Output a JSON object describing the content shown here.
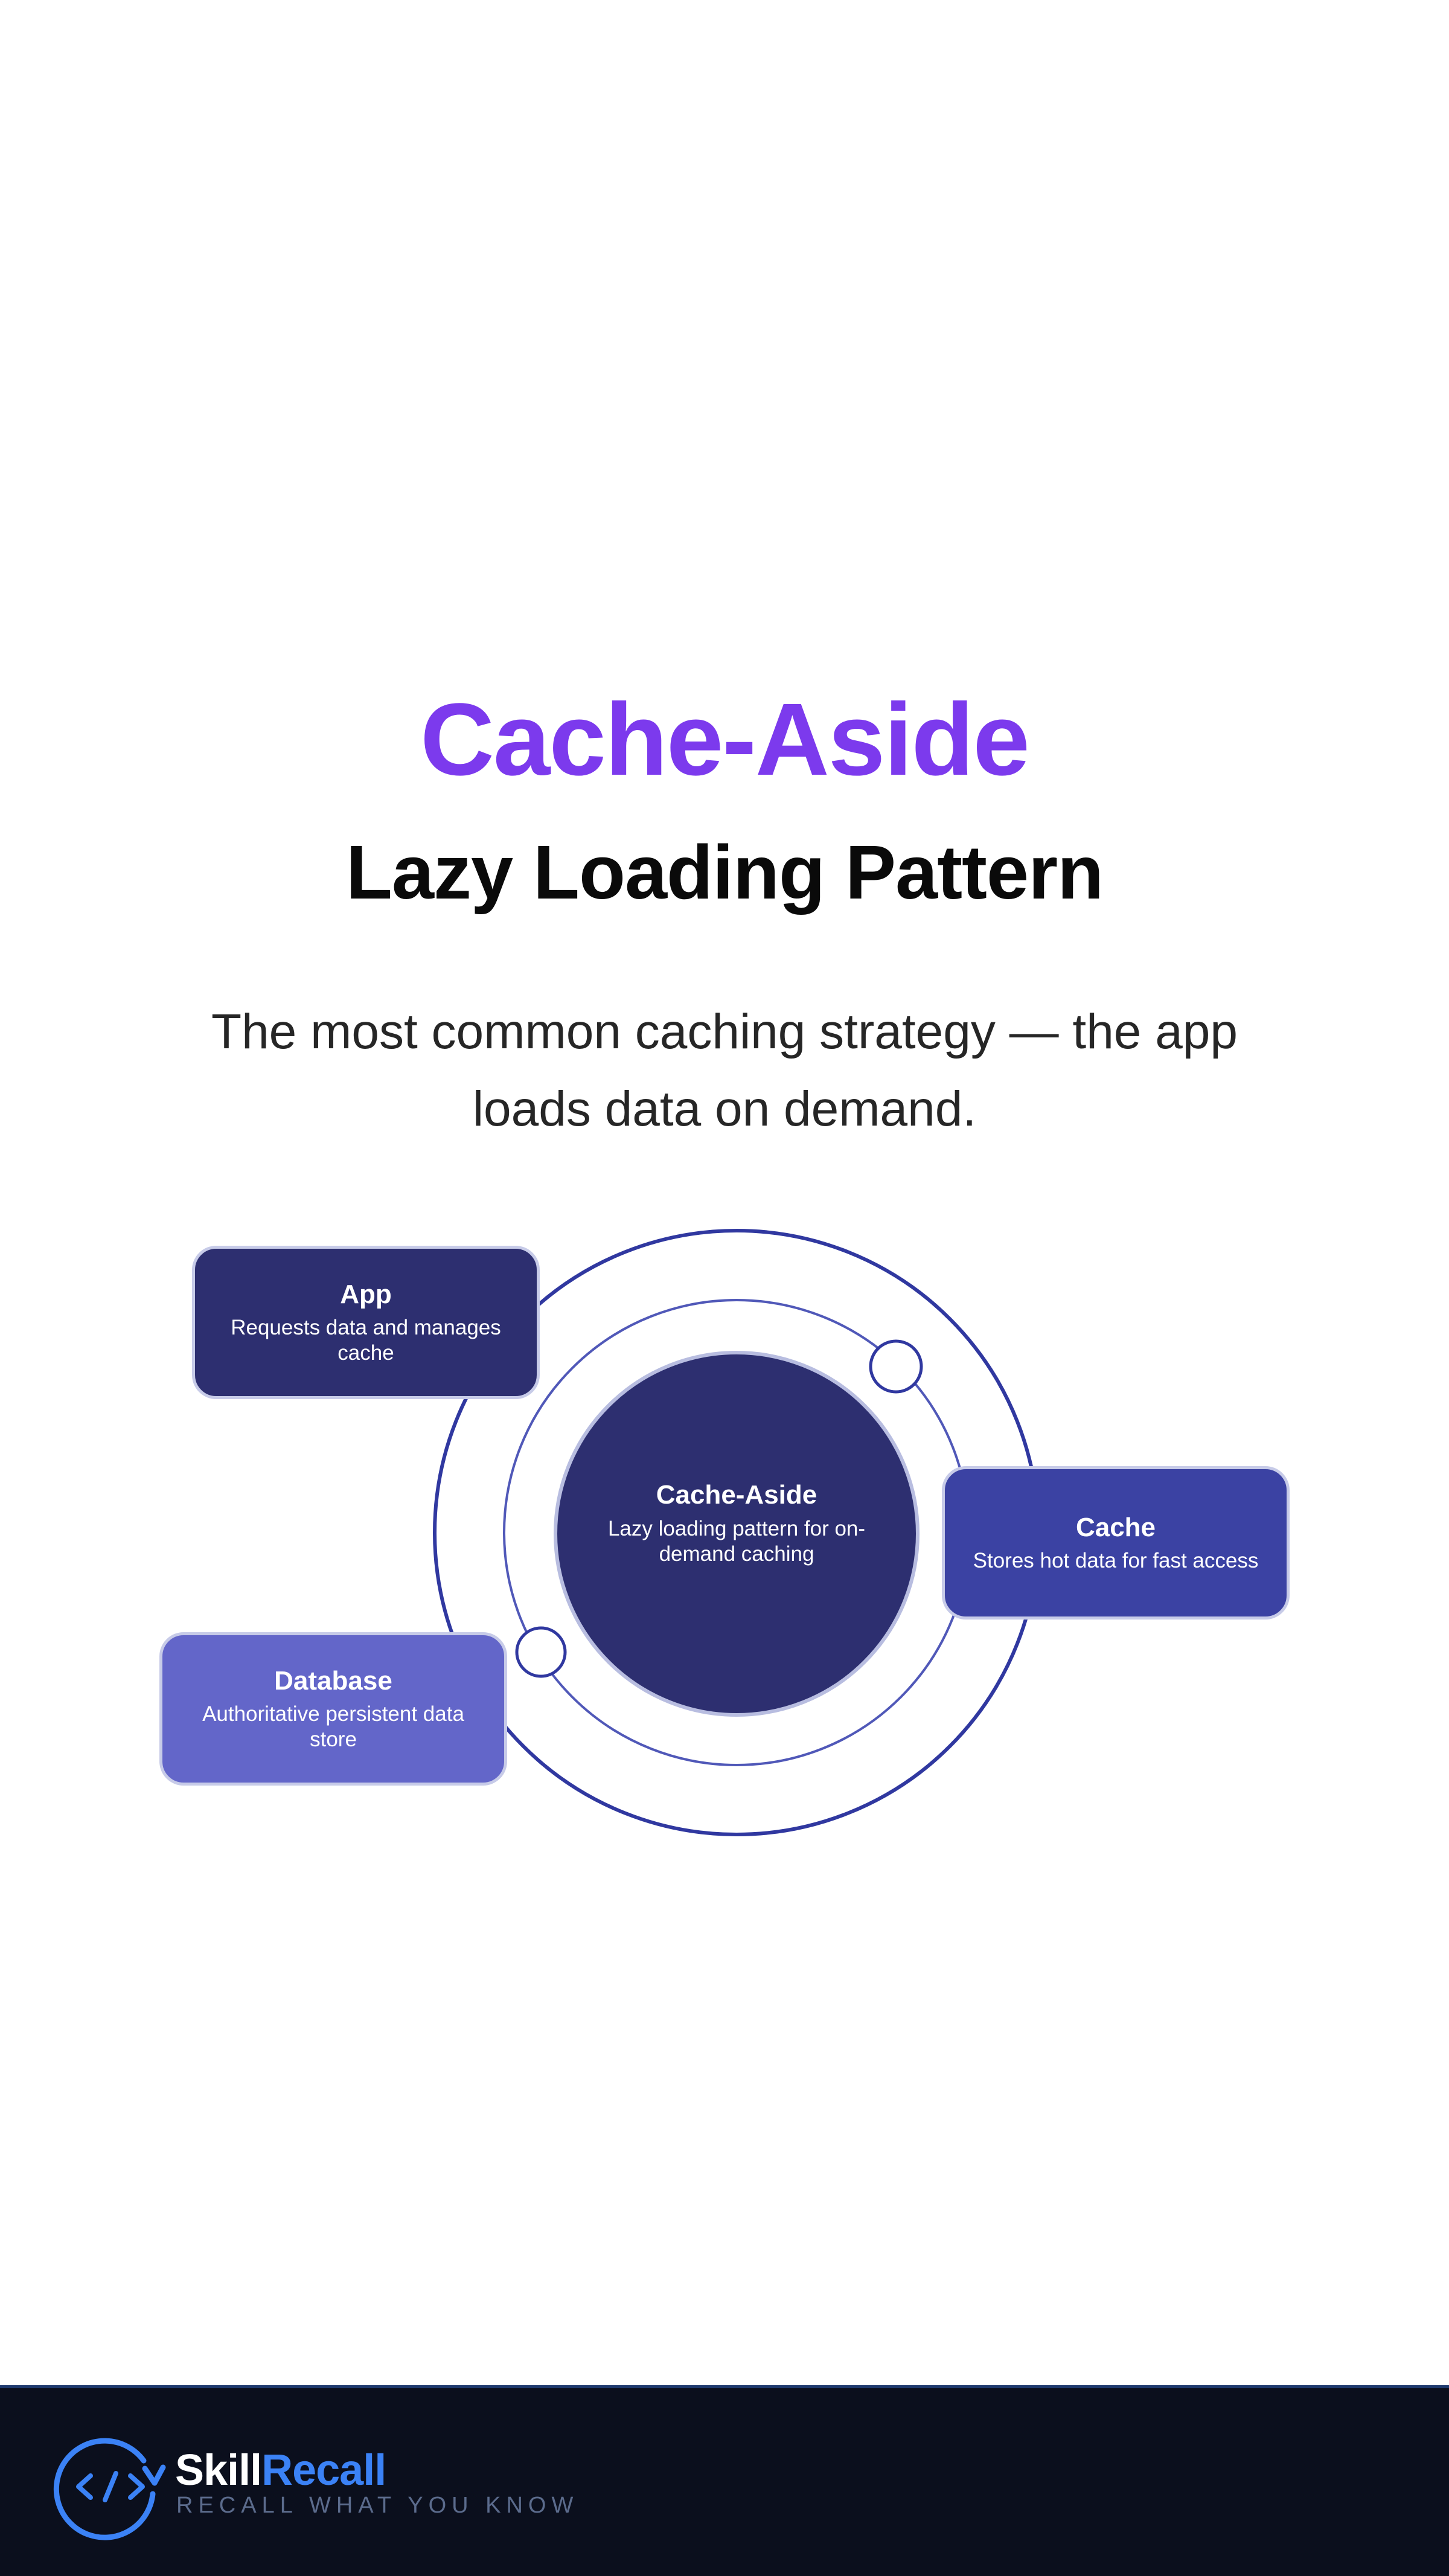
{
  "header": {
    "title": "Cache-Aside",
    "subtitle": "Lazy Loading Pattern",
    "description": "The most common caching strategy — the app loads data on demand."
  },
  "diagram": {
    "center": {
      "title": "Cache-Aside",
      "description": "Lazy loading pattern for on-demand caching"
    },
    "nodes": [
      {
        "id": "app",
        "title": "App",
        "description": "Requests data and manages cache",
        "color": "#2d2f70"
      },
      {
        "id": "cache",
        "title": "Cache",
        "description": "Stores hot data for fast access",
        "color": "#3b42a3"
      },
      {
        "id": "database",
        "title": "Database",
        "description": "Authoritative persistent data store",
        "color": "#6366c9"
      }
    ],
    "colors": {
      "center_fill": "#2d2f70",
      "ring_outer": "#3038a0",
      "ring_inner": "#5058b8"
    }
  },
  "footer": {
    "brand_part1": "Skill",
    "brand_part2": "Recall",
    "tagline": "RECALL WHAT YOU KNOW",
    "logo_icon": "code-brackets-icon",
    "brand_color": "#3b82f6",
    "background": "#0b0f1d"
  }
}
